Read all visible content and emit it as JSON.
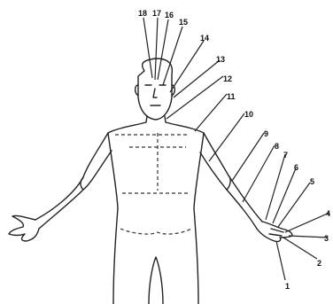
{
  "figure": {
    "callouts": [
      "1",
      "2",
      "3",
      "4",
      "5",
      "6",
      "7",
      "8",
      "9",
      "10",
      "11",
      "12",
      "13",
      "14",
      "15",
      "16",
      "17",
      "18"
    ]
  }
}
